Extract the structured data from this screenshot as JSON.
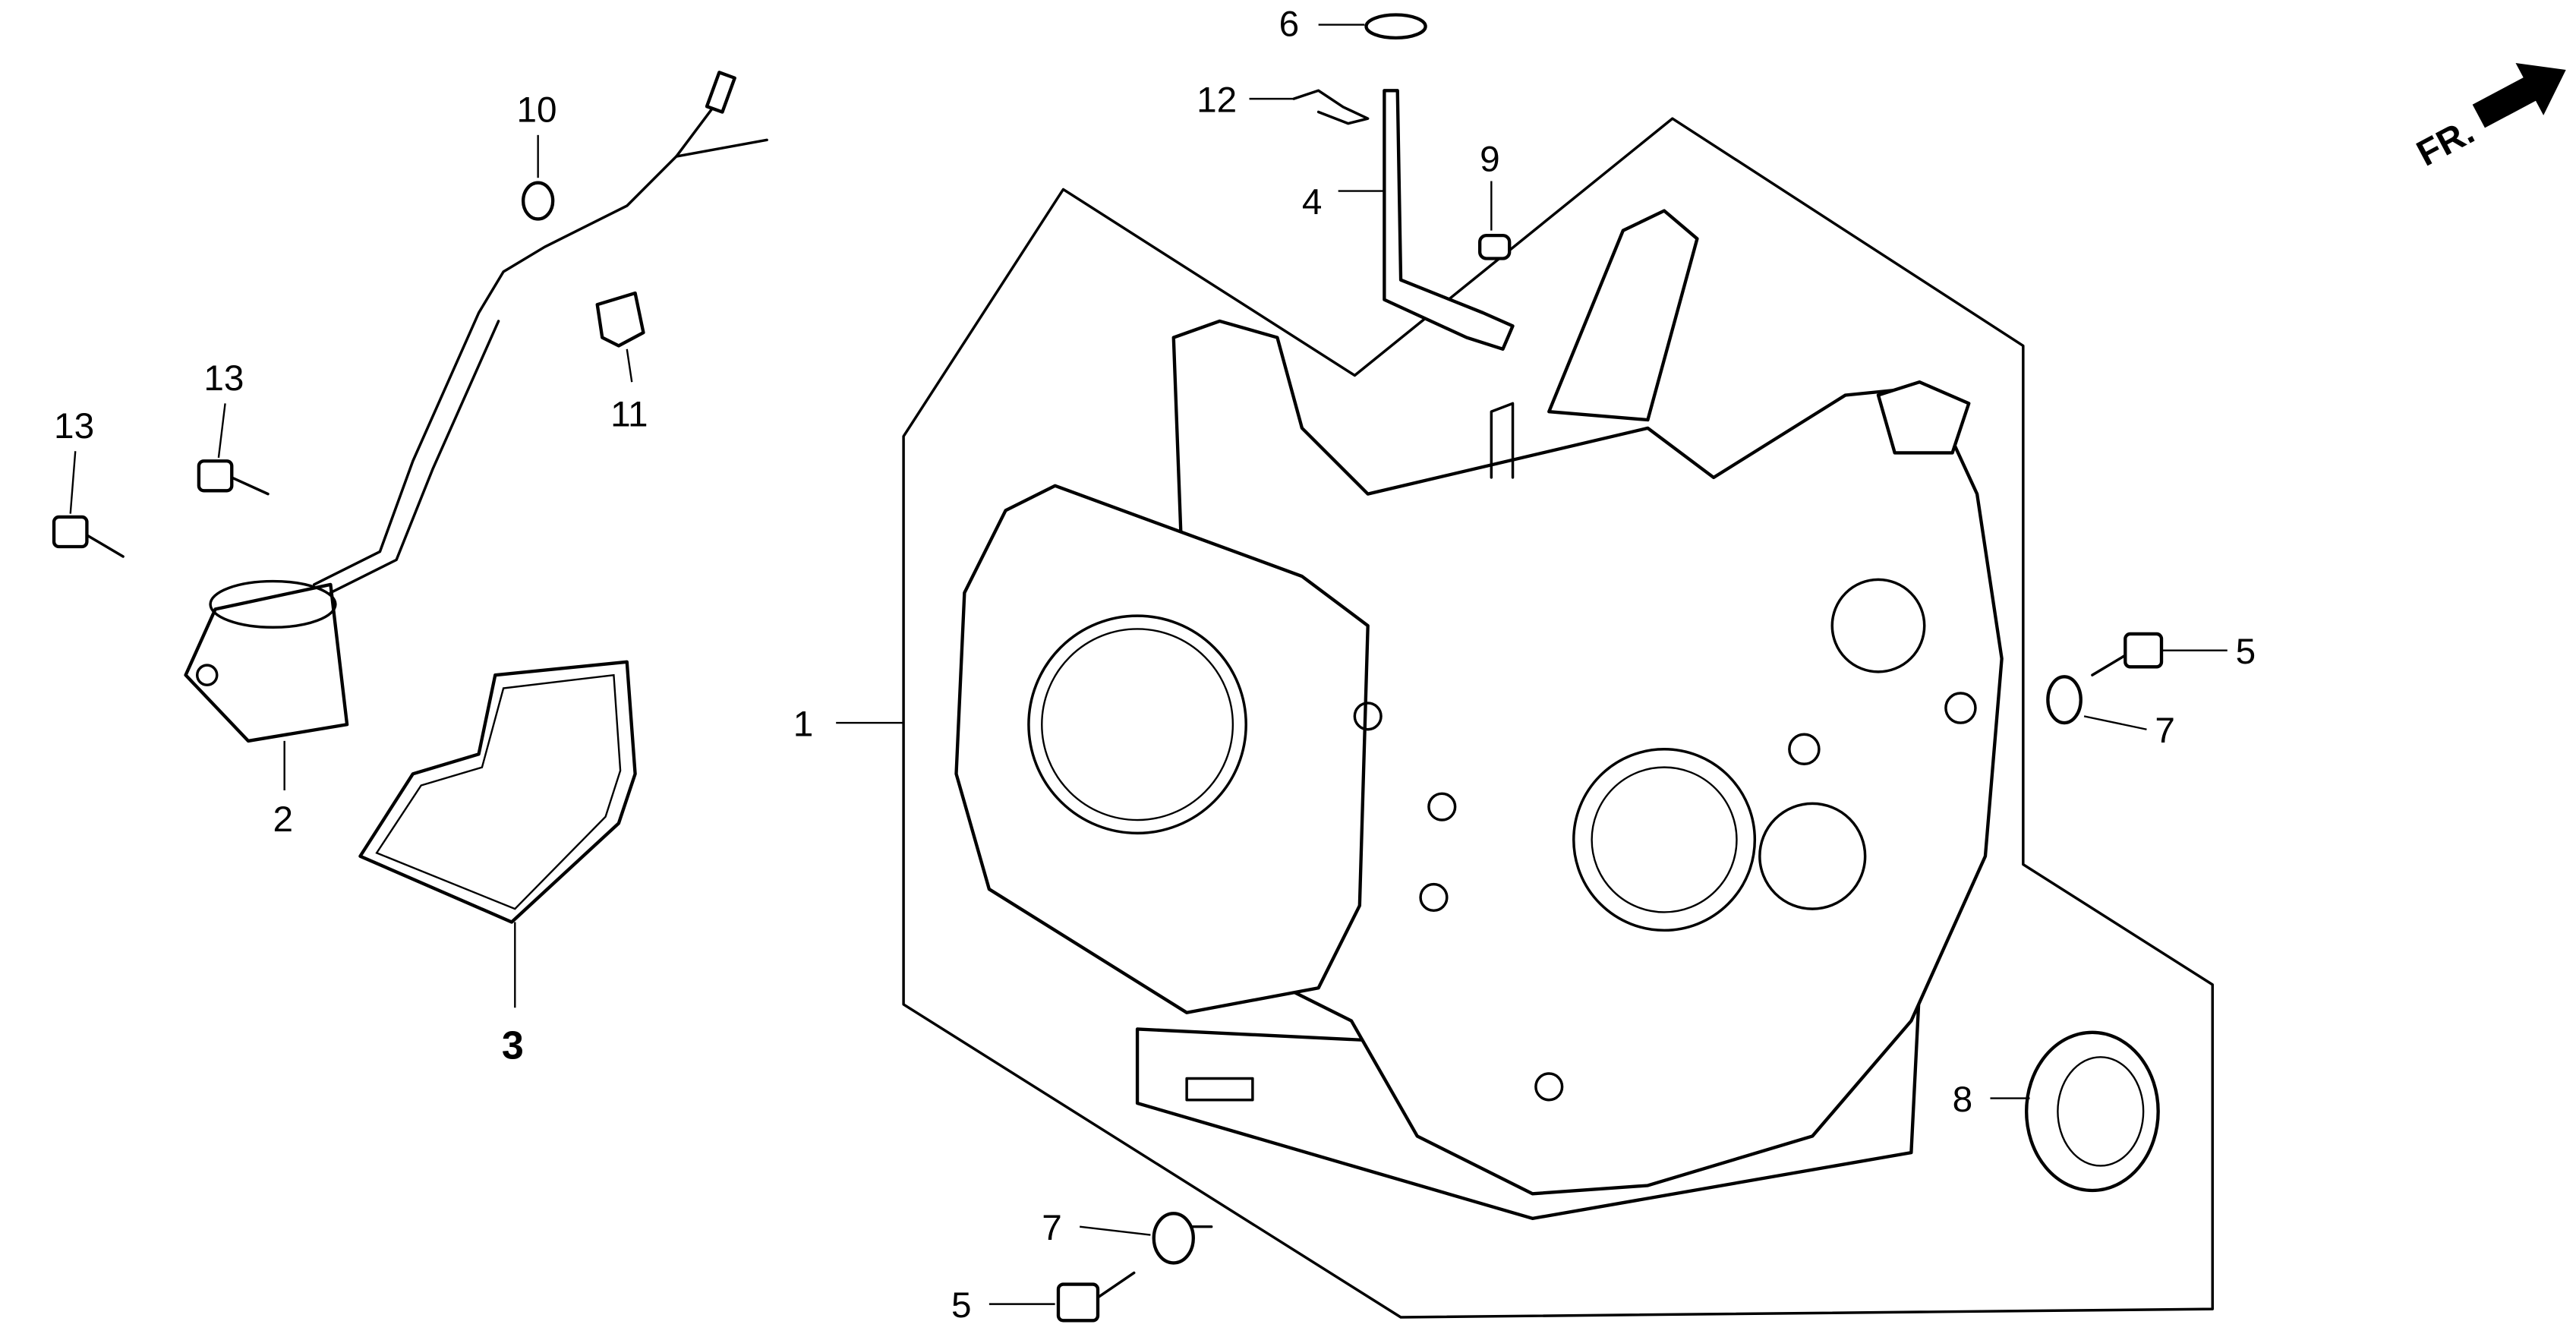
{
  "direction_marker": {
    "label": "FR.",
    "icon": "arrow-icon"
  },
  "callouts": {
    "c1": "1",
    "c2": "2",
    "c3": "3",
    "c4": "4",
    "c5a": "5",
    "c5b": "5",
    "c6": "6",
    "c7a": "7",
    "c7b": "7",
    "c8": "8",
    "c9": "9",
    "c10": "10",
    "c11": "11",
    "c12": "12",
    "c13a": "13",
    "c13b": "13"
  }
}
